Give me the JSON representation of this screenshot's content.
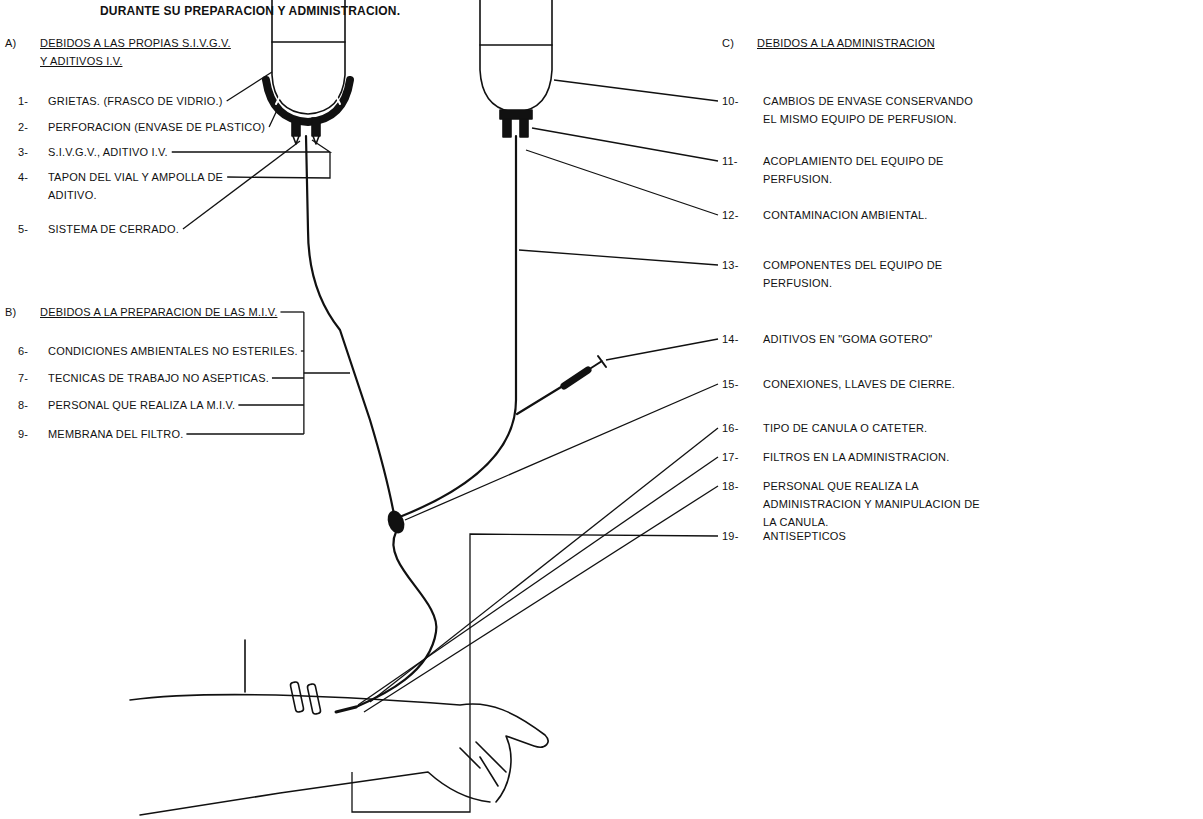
{
  "diagram": {
    "title": "DURANTE SU PREPARACION Y ADMINISTRACION.",
    "labels": [
      "A)",
      "DEBIDOS A LAS PROPIAS S.I.V.G.V. Y ADITIVOS I.V.",
      "1-",
      "GRIETAS. (FRASCO DE VIDRIO.)",
      "2-",
      "PERFORACION (ENVASE DE PLASTICO)",
      "3-",
      "S.I.V.G.V., ADITIVO I.V.",
      "4-",
      "TAPON DEL VIAL Y AMPOLLA DE ADITIVO.",
      "5-",
      "SISTEMA DE CERRADO.",
      "B)",
      "DEBIDOS A LA PREPARACION DE LAS M.I.V.",
      "6-",
      "CONDICIONES AMBIENTALES NO ESTERILES.",
      "7-",
      "TECNICAS DE TRABAJO NO ASEPTICAS.",
      "8-",
      "PERSONAL QUE REALIZA LA M.I.V.",
      "9-",
      "MEMBRANA DEL FILTRO.",
      "C)",
      "DEBIDOS A LA ADMINISTRACION",
      "10-",
      "CAMBIOS DE ENVASE CONSERVANDO EL MISMO EQUIPO DE PERFUSION.",
      "11-",
      "ACOPLAMIENTO DEL EQUIPO DE PERFUSION.",
      "12-",
      "CONTAMINACION AMBIENTAL.",
      "13-",
      "COMPONENTES DEL EQUIPO DE PERFUSION.",
      "14-",
      "ADITIVOS EN \"GOMA GOTERO\"",
      "15-",
      "CONEXIONES, LLAVES DE CIERRE.",
      "16-",
      "TIPO DE CANULA O CATETER.",
      "17-",
      "FILTROS EN LA ADMINISTRACION.",
      "18-",
      "PERSONAL QUE REALIZA LA ADMINISTRACION Y MANIPULACION DE LA CANULA.",
      "19-",
      "ANTISEPTICOS"
    ]
  }
}
